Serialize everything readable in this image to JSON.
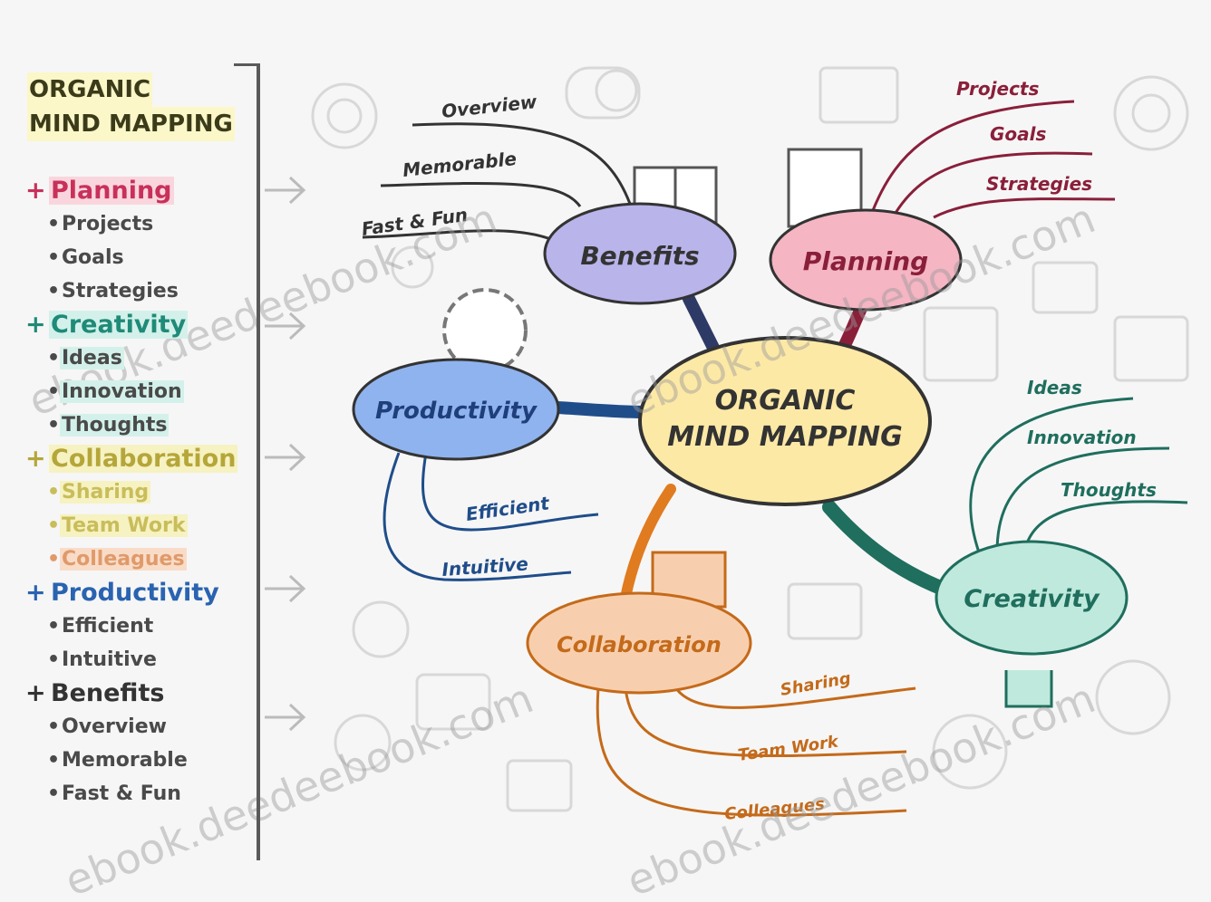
{
  "sidebar": {
    "title_line1": "ORGANIC",
    "title_line2": "MIND MAPPING",
    "sections": [
      {
        "name": "Planning",
        "color": "#c8305a",
        "highlight": "#f9d6dd",
        "items": [
          "Projects",
          "Goals",
          "Strategies"
        ]
      },
      {
        "name": "Creativity",
        "color": "#1f8a78",
        "highlight": "#d3f1ea",
        "items": [
          "Ideas",
          "Innovation",
          "Thoughts"
        ]
      },
      {
        "name": "Collaboration",
        "color": "#b5a63a",
        "highlight": "#f6f2c2",
        "items": [
          "Sharing",
          "Team Work",
          "Colleagues"
        ]
      },
      {
        "name": "Productivity",
        "color": "#2a63b0",
        "highlight": "#f6f6f6",
        "items": [
          "Efficient",
          "Intuitive"
        ]
      },
      {
        "name": "Benefits",
        "color": "#333333",
        "highlight": "#f6f6f6",
        "items": [
          "Overview",
          "Memorable",
          "Fast & Fun"
        ]
      }
    ]
  },
  "map": {
    "center_line1": "ORGANIC",
    "center_line2": "MIND MAPPING",
    "nodes": {
      "benefits": {
        "label": "Benefits",
        "branches": [
          "Overview",
          "Memorable",
          "Fast & Fun"
        ]
      },
      "planning": {
        "label": "Planning",
        "branches": [
          "Projects",
          "Goals",
          "Strategies"
        ]
      },
      "productivity": {
        "label": "Productivity",
        "branches": [
          "Efficient",
          "Intuitive"
        ]
      },
      "creativity": {
        "label": "Creativity",
        "branches": [
          "Ideas",
          "Innovation",
          "Thoughts"
        ]
      },
      "collaboration": {
        "label": "Collaboration",
        "branches": [
          "Sharing",
          "Team Work",
          "Colleagues"
        ]
      }
    }
  },
  "watermark": "ebook.deedeebook.com",
  "colors": {
    "benefits": "#b9b4ea",
    "planning": "#f5b5c3",
    "productivity": "#8fb3ee",
    "creativity": "#bfe9dc",
    "collaboration": "#f8cfae",
    "center": "#fde9a6"
  }
}
